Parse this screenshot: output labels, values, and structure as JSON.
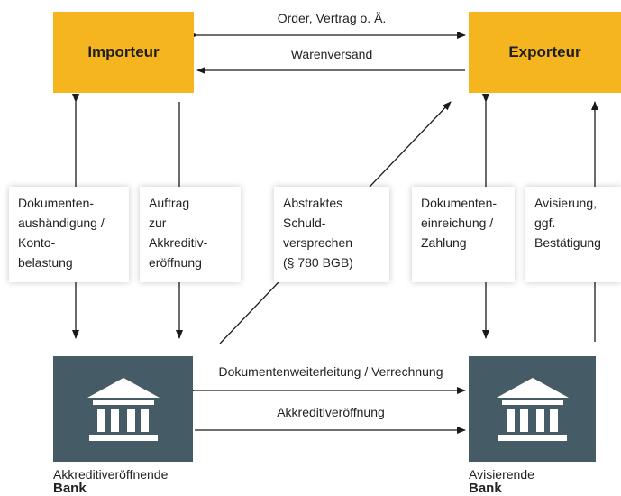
{
  "parties": {
    "importer": "Importeur",
    "exporter": "Exporteur"
  },
  "flows": {
    "order": "Order, Vertrag o. Ä.",
    "shipment": "Warenversand",
    "document_forwarding": "Dokumentenweiterleitung / Verrechnung",
    "credit_opening": "Akkreditiveröffnung"
  },
  "boxes": [
    "Dokumenten-\naushändigung /\nKonto-\nbelastung",
    "Auftrag\nzur\nAkkreditiv-\neröffnung",
    "Abstraktes\nSchuld-\nversprechen\n(§ 780 BGB)",
    "Dokumenten-\neinreichung /\nZahlung",
    "Avisierung,\nggf.\nBestätigung"
  ],
  "banks": {
    "issuing": {
      "role": "Akkreditiveröffnende",
      "name": "Bank"
    },
    "advising": {
      "role": "Avisierende",
      "name": "Bank"
    }
  },
  "icons": {
    "bank": "bank-building-icon"
  },
  "colors": {
    "party": "#f4b51e",
    "bank": "#455b66",
    "line": "#1a1a1a"
  }
}
